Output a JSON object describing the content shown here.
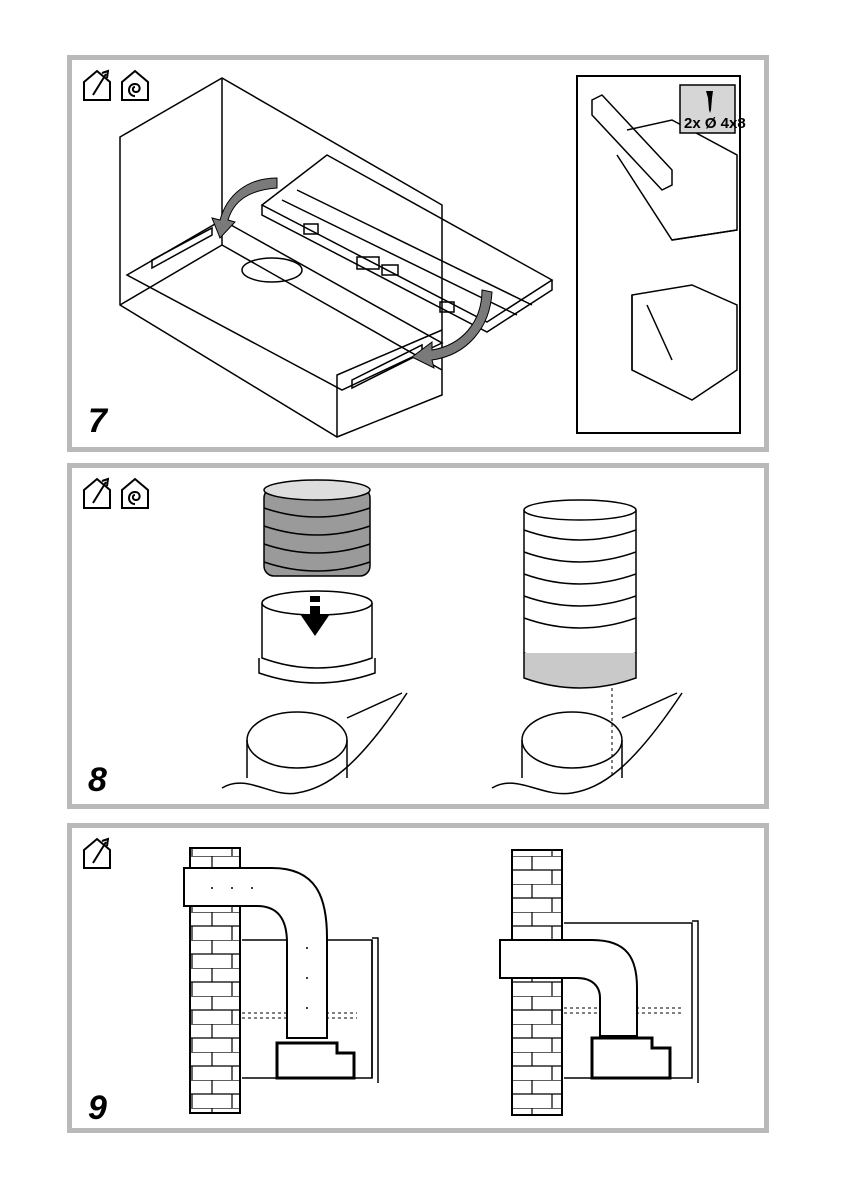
{
  "steps": [
    {
      "number": "7",
      "icons": [
        "ducted-mode-icon",
        "recirculation-mode-icon"
      ]
    },
    {
      "number": "8",
      "icons": [
        "ducted-mode-icon",
        "recirculation-mode-icon"
      ]
    },
    {
      "number": "9",
      "icons": [
        "ducted-mode-icon"
      ]
    }
  ],
  "screw_spec": "2x Ø 4x8",
  "colors": {
    "frame": "#b9b9b9",
    "line": "#000000",
    "arrow_fill": "#7a7a7a",
    "duct_shade": "#9a9a9a"
  }
}
